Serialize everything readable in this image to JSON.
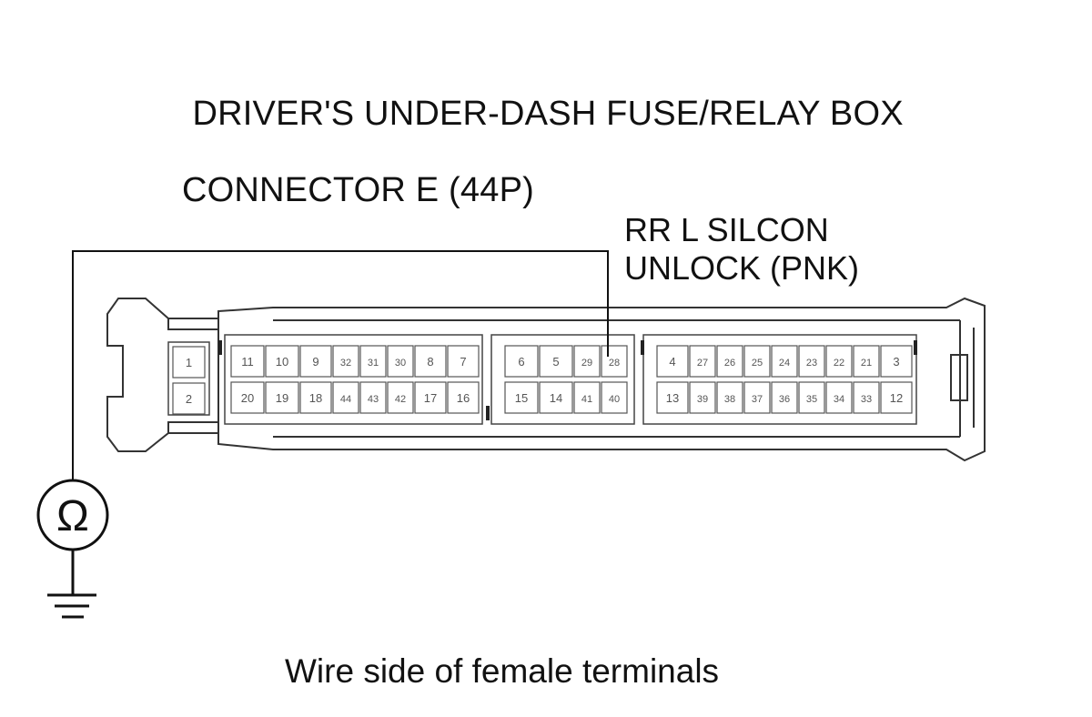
{
  "title": {
    "line1": "DRIVER'S UNDER-DASH FUSE/RELAY BOX",
    "line2": "CONNECTOR E (44P)"
  },
  "wire_label": {
    "line1": "RR L SILCON",
    "line2": "UNLOCK (PNK)"
  },
  "caption": "Wire side of female terminals",
  "meter_symbol": "Ω",
  "probed_terminal": "28",
  "connector": {
    "block0": {
      "top": [
        "1"
      ],
      "bottom": [
        "2"
      ]
    },
    "block1": {
      "top": [
        "11",
        "10",
        "9",
        "32",
        "31",
        "30",
        "8",
        "7"
      ],
      "bottom": [
        "20",
        "19",
        "18",
        "44",
        "43",
        "42",
        "17",
        "16"
      ]
    },
    "block2": {
      "top": [
        "6",
        "5",
        "29",
        "28"
      ],
      "bottom": [
        "15",
        "14",
        "41",
        "40"
      ]
    },
    "block3": {
      "top": [
        "4",
        "27",
        "26",
        "25",
        "24",
        "23",
        "22",
        "21",
        "3"
      ],
      "bottom": [
        "13",
        "39",
        "38",
        "37",
        "36",
        "35",
        "34",
        "33",
        "12"
      ]
    }
  }
}
